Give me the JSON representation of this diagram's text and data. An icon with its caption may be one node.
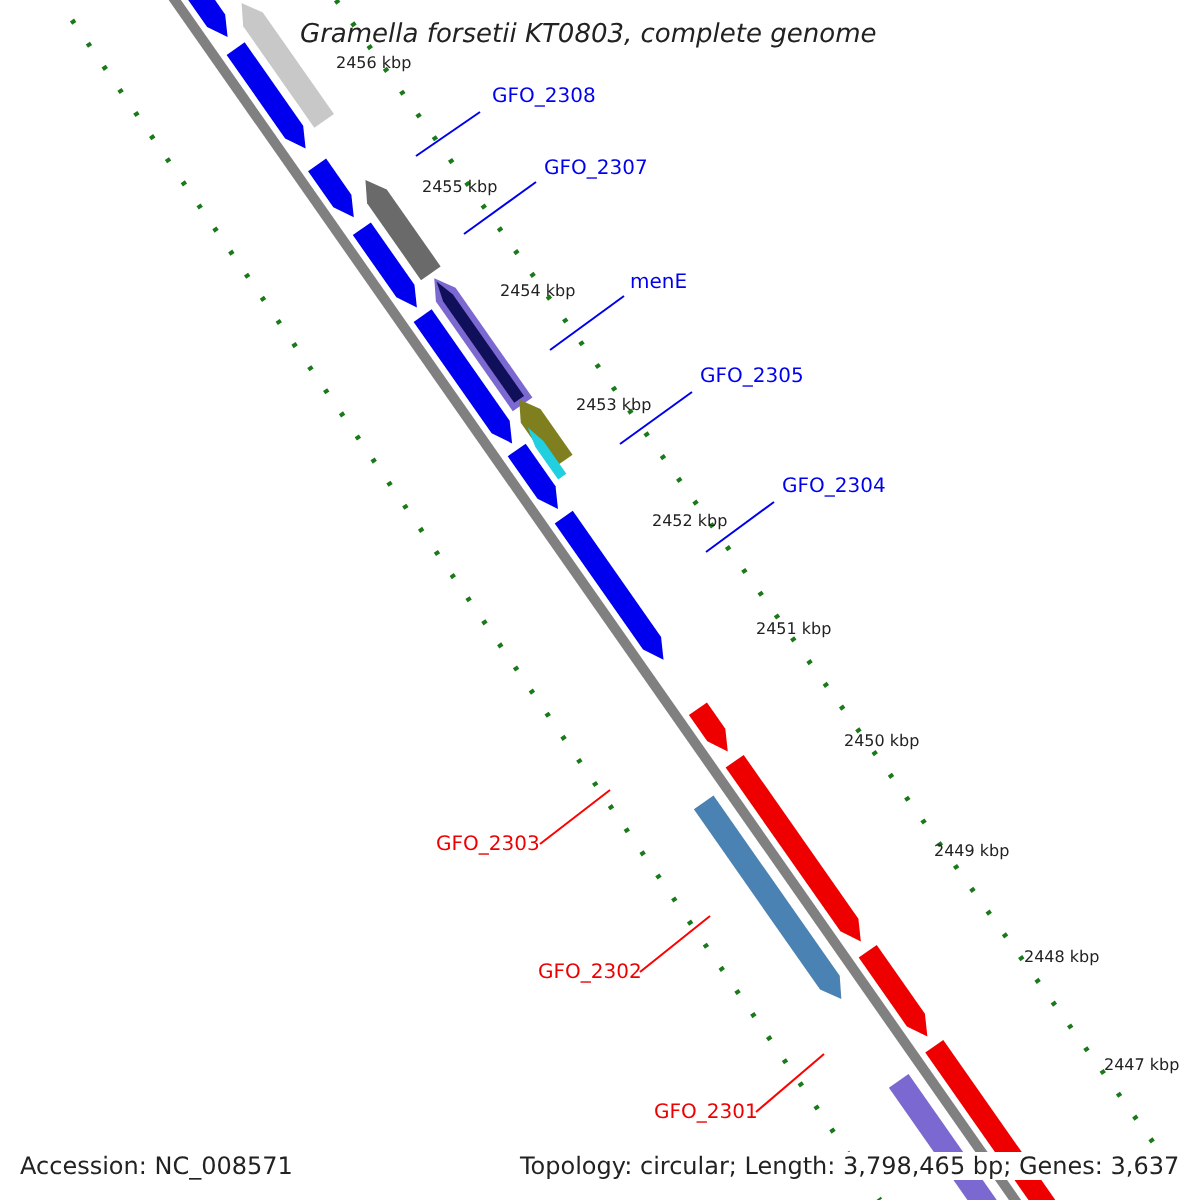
{
  "diagram": {
    "title": "Gramella forsetii KT0803, complete genome",
    "nodes": [
      {
        "text": [
          "GFO_2308"
        ]
      },
      {
        "text": [
          "GFO_2307"
        ]
      },
      {
        "text": [
          "menE"
        ]
      },
      {
        "text": [
          "GFO_2305"
        ]
      },
      {
        "text": [
          "GFO_2304"
        ]
      },
      {
        "text": [
          "GFO_2303"
        ]
      },
      {
        "text": [
          "GFO_2302"
        ]
      },
      {
        "text": [
          "GFO_2301"
        ]
      }
    ],
    "edges": [
      {
        "from": 0,
        "to": null,
        "arrow": "none"
      },
      {
        "from": 1,
        "to": null,
        "arrow": "none"
      },
      {
        "from": 2,
        "to": null,
        "arrow": "none"
      },
      {
        "from": 3,
        "to": null,
        "arrow": "none"
      },
      {
        "from": 4,
        "to": null,
        "arrow": "none"
      },
      {
        "from": 5,
        "to": null,
        "arrow": "none",
        "color": "#ff0000"
      },
      {
        "from": 6,
        "to": null,
        "arrow": "none",
        "color": "#ff0000"
      },
      {
        "from": 7,
        "to": null,
        "arrow": "none",
        "color": "#ff0000"
      }
    ],
    "labels": [
      "2456 kbp",
      "2455 kbp",
      "2454 kbp",
      "2453 kbp",
      "2452 kbp",
      "2451 kbp",
      "2450 kbp",
      "2449 kbp",
      "2448 kbp",
      "2447 kbp",
      "Accession: NC_008571",
      "Topology: circular; Length: 3,798,465 bp; Genes: 3,637"
    ]
  }
}
